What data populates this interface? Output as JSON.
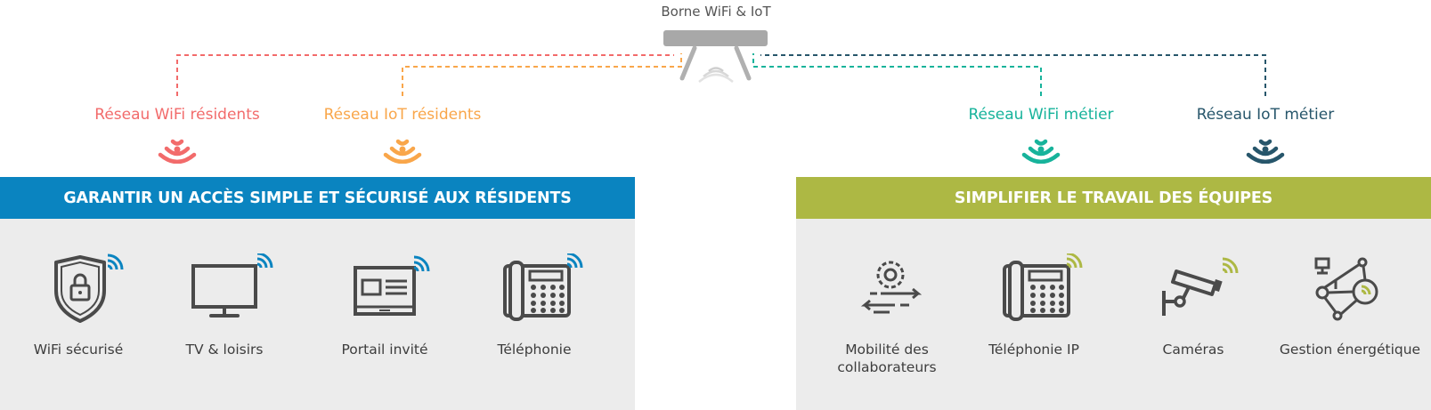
{
  "device": {
    "label": "Borne WiFi & IoT"
  },
  "networks": [
    {
      "label": "Réseau WiFi résidents",
      "color": "#f26b6b"
    },
    {
      "label": "Réseau IoT résidents",
      "color": "#f9a64a"
    },
    {
      "label": "Réseau WiFi métier",
      "color": "#17b39b"
    },
    {
      "label": "Réseau IoT métier",
      "color": "#27566b"
    }
  ],
  "panels": [
    {
      "title": "GARANTIR UN ACCÈS SIMPLE ET SÉCURISÉ AUX RÉSIDENTS",
      "header_color": "#0a84c0",
      "items": [
        {
          "label": "WiFi sécurisé",
          "icon": "shield-lock-icon"
        },
        {
          "label": "TV & loisirs",
          "icon": "tv-icon"
        },
        {
          "label": "Portail invité",
          "icon": "guest-portal-icon"
        },
        {
          "label": "Téléphonie",
          "icon": "desk-phone-icon"
        }
      ]
    },
    {
      "title": "SIMPLIFIER LE TRAVAIL DES ÉQUIPES",
      "header_color": "#adb844",
      "items": [
        {
          "label": "Mobilité des collaborateurs",
          "icon": "mobility-icon"
        },
        {
          "label": "Téléphonie IP",
          "icon": "ip-phone-icon"
        },
        {
          "label": "Caméras",
          "icon": "camera-icon"
        },
        {
          "label": "Gestion énergétique",
          "icon": "energy-network-icon"
        }
      ]
    }
  ]
}
